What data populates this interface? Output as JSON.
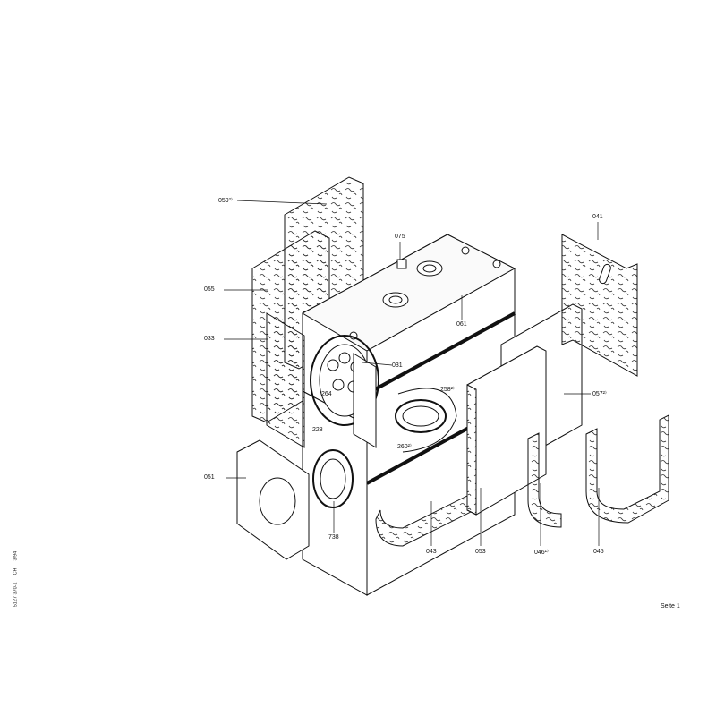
{
  "diagram": {
    "labels": {
      "p059": "059²⁾",
      "p075": "075",
      "p041": "041",
      "p055": "055",
      "p061": "061",
      "p033": "033",
      "p031": "031",
      "p264": "264",
      "p258": "258²⁾",
      "p057": "057²⁾",
      "p228": "228",
      "p260": "260²⁾",
      "p051": "051",
      "p738": "738",
      "p043": "043",
      "p053": "053",
      "p046": "046¹⁾",
      "p045": "045"
    }
  },
  "footer": {
    "doc_number": "5127 370-1",
    "country": "CH",
    "date": "3/94",
    "page": "Seite 1"
  }
}
